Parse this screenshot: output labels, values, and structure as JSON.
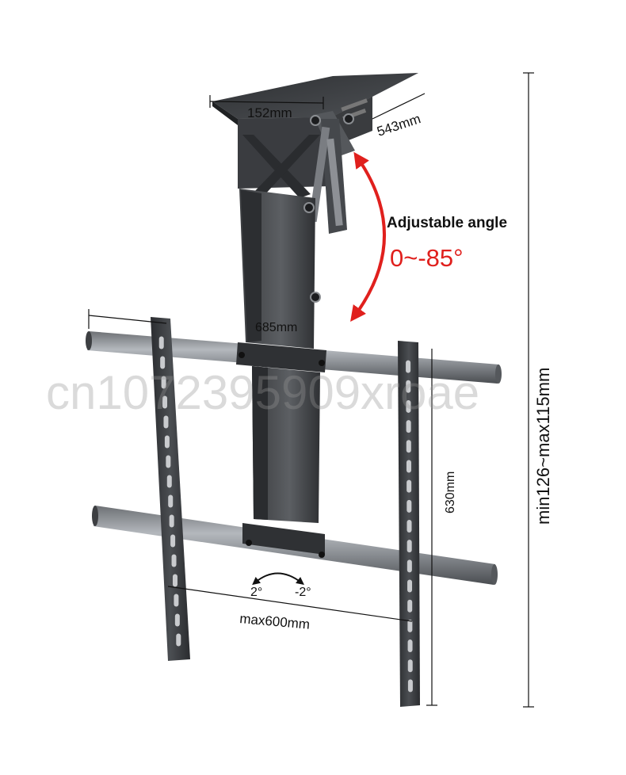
{
  "product": {
    "dimensions": {
      "top_plate_width": "152mm",
      "top_plate_depth": "543mm",
      "upper_bar_length": "685mm",
      "vertical_rail_length": "630mm",
      "vesa_max_width": "max600mm",
      "total_height": "min126~max115mm"
    },
    "angle": {
      "title": "Adjustable angle",
      "range": "0~-85°"
    },
    "tilt": {
      "left": "2°",
      "right": "-2°"
    },
    "watermark": "cn1072395909xroae"
  },
  "colors": {
    "metal_dark": "#3d3f42",
    "metal_mid": "#5a5d61",
    "metal_light": "#9a9ea3",
    "arrow_red": "#e0201d",
    "text": "#111111"
  }
}
